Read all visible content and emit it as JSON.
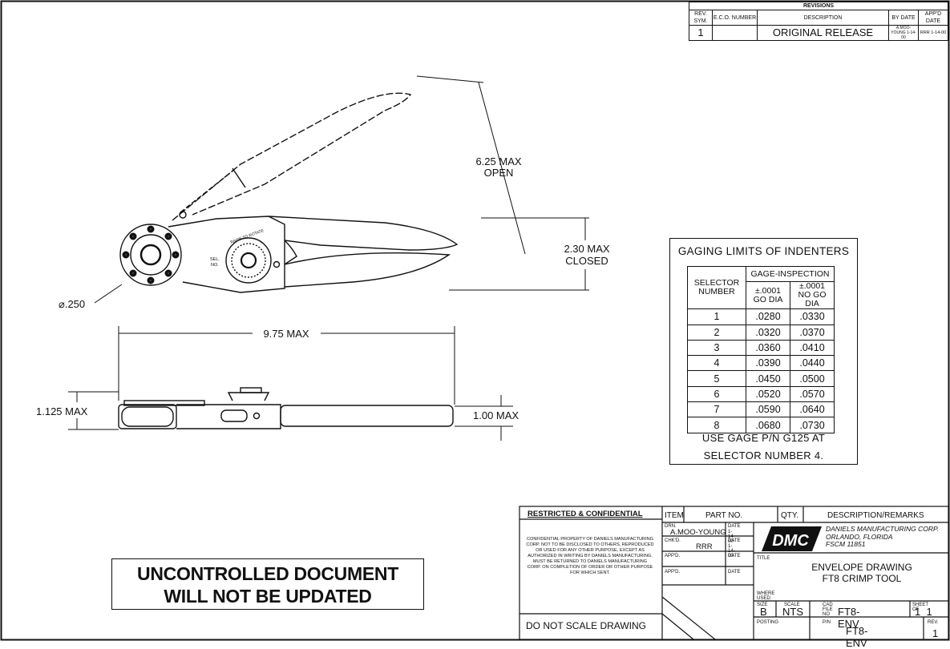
{
  "revisions": {
    "title": "REVISIONS",
    "headers": {
      "rev": "REV. SYM.",
      "eco": "E.C.O. NUMBER",
      "description": "DESCRIPTION",
      "by": "BY DATE",
      "appd": "APP'D DATE"
    },
    "row": {
      "rev": "1",
      "eco": "",
      "description": "ORIGINAL RELEASE",
      "by": "A.MOO-YOUNG 1-14-00",
      "appd": "RRR 1-14-00"
    }
  },
  "dimensions": {
    "open": "6.25 MAX",
    "open_sub": "OPEN",
    "closed": "2.30 MAX",
    "closed_sub": "CLOSED",
    "diameter": "⌀.250",
    "length": "9.75 MAX",
    "height_left": "1.125 MAX",
    "height_right": "1.00 MAX"
  },
  "dial_labels": {
    "sel": "SEL.",
    "no": "NO.",
    "raise": "RAISE TO ROTATE"
  },
  "gaging": {
    "title": "GAGING LIMITS OF INDENTERS",
    "col_selector": "SELECTOR NUMBER",
    "col_group": "GAGE-INSPECTION",
    "col_go": "±.0001 GO DIA",
    "col_nogo": "±.0001 NO GO DIA",
    "rows": [
      {
        "sel": "1",
        "go": ".0280",
        "nogo": ".0330"
      },
      {
        "sel": "2",
        "go": ".0320",
        "nogo": ".0370"
      },
      {
        "sel": "3",
        "go": ".0360",
        "nogo": ".0410"
      },
      {
        "sel": "4",
        "go": ".0390",
        "nogo": ".0440"
      },
      {
        "sel": "5",
        "go": ".0450",
        "nogo": ".0500"
      },
      {
        "sel": "6",
        "go": ".0520",
        "nogo": ".0570"
      },
      {
        "sel": "7",
        "go": ".0590",
        "nogo": ".0640"
      },
      {
        "sel": "8",
        "go": ".0680",
        "nogo": ".0730"
      }
    ],
    "note_line1": "USE GAGE P/N G125 AT",
    "note_line2": "SELECTOR NUMBER 4."
  },
  "uncontrolled": {
    "line1": "UNCONTROLLED DOCUMENT",
    "line2": "WILL NOT BE UPDATED"
  },
  "title_block": {
    "restricted": "RESTRICTED & CONFIDENTIAL",
    "confidential_text": "CONFIDENTIAL PROPERTY OF DANIELS MANUFACTURING CORP. NOT TO BE DISCLOSED TO OTHERS, REPRODUCED OR USED FOR ANY OTHER PURPOSE, EXCEPT AS AUTHORIZED IN WRITING BY DANIELS MANUFACTURING. MUST BE RETURNED TO DANIELS MANUFACTURING CORP. ON COMPLETION OF ORDER OR OTHER PURPOSE FOR WHICH SENT.",
    "do_not_scale": "DO NOT SCALE DRAWING",
    "item": "ITEM",
    "part_no": "PART NO.",
    "qty": "QTY.",
    "desc_remarks": "DESCRIPTION/REMARKS",
    "drn_label": "DRN.",
    "drn_value": "A.MOO-YOUNG",
    "date_label": "DATE",
    "drn_date": "1-14-00",
    "chkd_label": "CHK'D.",
    "chkd_value": "RRR",
    "chkd_date": "1-14-00",
    "appd_label": "APP'D.",
    "appd2_label": "APP'D.",
    "logo": "DMC",
    "company_line1": "DANIELS MANUFACTURING CORP.",
    "company_line2": "ORLANDO, FLORIDA",
    "company_line3": "FSCM 11851",
    "title_label": "TITLE",
    "title_line1": "ENVELOPE DRAWING",
    "title_line2": "FT8 CRIMP TOOL",
    "where_used": "WHERE USED:",
    "size_label": "SIZE",
    "size_value": "B",
    "scale_label": "SCALE",
    "scale_value": "NTS",
    "cad_label": "CAD FILE NO",
    "cad_value": "FT8-ENV",
    "sheet_label": "SHEET OF",
    "sheet_value": "1  1",
    "posting_label": "POSTING",
    "pn_label": "P/N",
    "pn_value": "FT8-ENV",
    "rev_label": "REV.",
    "rev_value": "1"
  }
}
